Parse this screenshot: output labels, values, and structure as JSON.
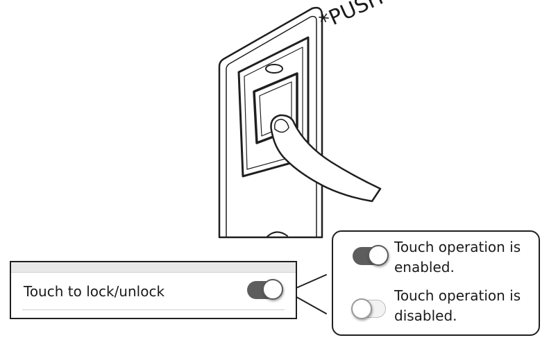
{
  "push_label": "*PUSH*",
  "settings": {
    "label": "Touch to lock/unlock",
    "toggle_state": "on"
  },
  "legend": {
    "enabled_text": "Touch operation is enabled.",
    "disabled_text": "Touch operation is disabled."
  },
  "colors": {
    "toggle_on": "#5d5d5d",
    "toggle_off": "#f3f3f3",
    "outline": "#1f1f1f"
  }
}
